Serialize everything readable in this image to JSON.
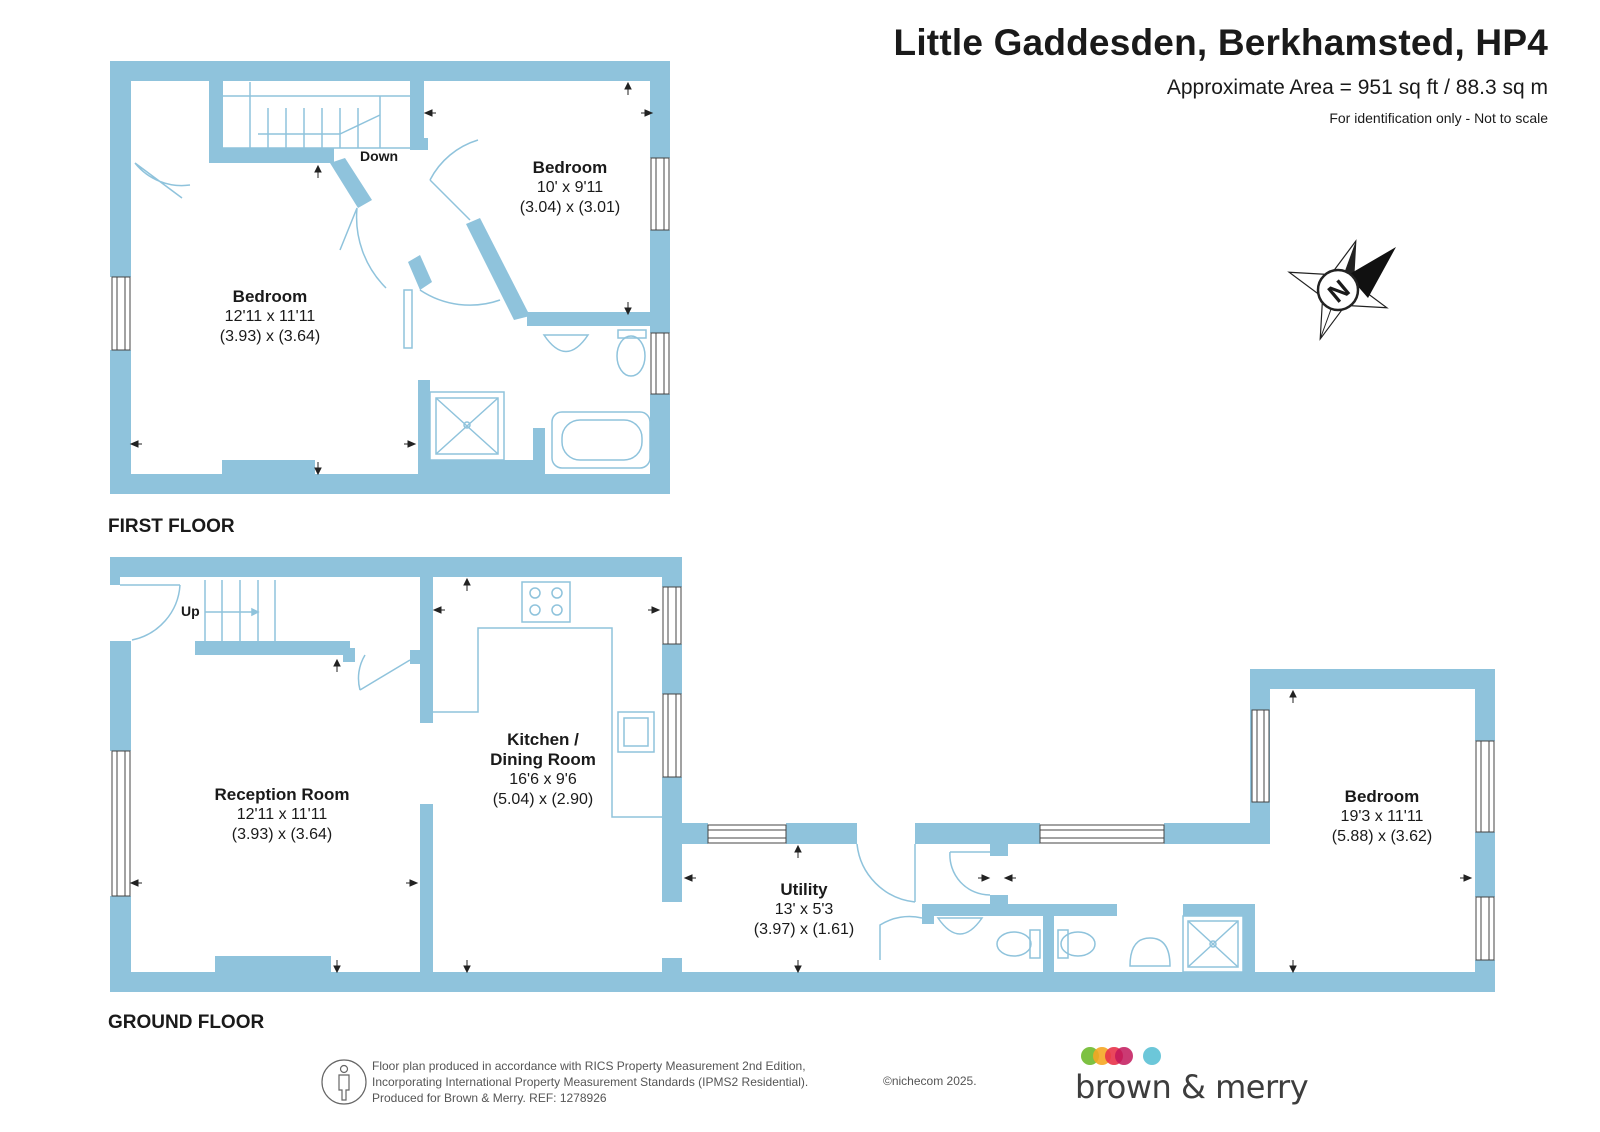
{
  "header": {
    "title": "Little Gaddesden, Berkhamsted, HP4",
    "area": "Approximate Area = 951 sq ft / 88.3 sq m",
    "identification": "For identification only - Not to scale"
  },
  "floors": {
    "first_label": "FIRST FLOOR",
    "ground_label": "GROUND FLOOR"
  },
  "rooms": {
    "first_bedroom_left": {
      "name": "Bedroom",
      "imperial": "12'11 x 11'11",
      "metric": "(3.93) x (3.64)"
    },
    "first_bedroom_right": {
      "name": "Bedroom",
      "imperial": "10' x 9'11",
      "metric": "(3.04) x (3.01)"
    },
    "reception": {
      "name": "Reception Room",
      "imperial": "12'11 x 11'11",
      "metric": "(3.93) x (3.64)"
    },
    "kitchen": {
      "name_line1": "Kitchen /",
      "name_line2": "Dining Room",
      "imperial": "16'6 x 9'6",
      "metric": "(5.04) x (2.90)"
    },
    "utility": {
      "name": "Utility",
      "imperial": "13' x 5'3",
      "metric": "(3.97) x (1.61)"
    },
    "ground_bedroom": {
      "name": "Bedroom",
      "imperial": "19'3 x 11'11",
      "metric": "(5.88) x (3.62)"
    }
  },
  "stairs": {
    "down_label": "Down",
    "up_label": "Up"
  },
  "compass": {
    "letter": "N"
  },
  "footer": {
    "line1": "Floor plan produced in accordance with RICS Property Measurement 2nd Edition,",
    "line2": "Incorporating International Property Measurement Standards (IPMS2 Residential).",
    "line3": "Produced for Brown & Merry.   REF: 1278926",
    "copyright": "©nichecom 2025.",
    "brand": "brown & merry"
  },
  "colors": {
    "wall": "#8fc3dc",
    "fixture": "#8fc3dc",
    "dot_green": "#7dc142",
    "dot_orange": "#f5a623",
    "dot_red": "#e8334a",
    "dot_magenta": "#c2185b",
    "dot_cyan": "#6cc7d9"
  }
}
